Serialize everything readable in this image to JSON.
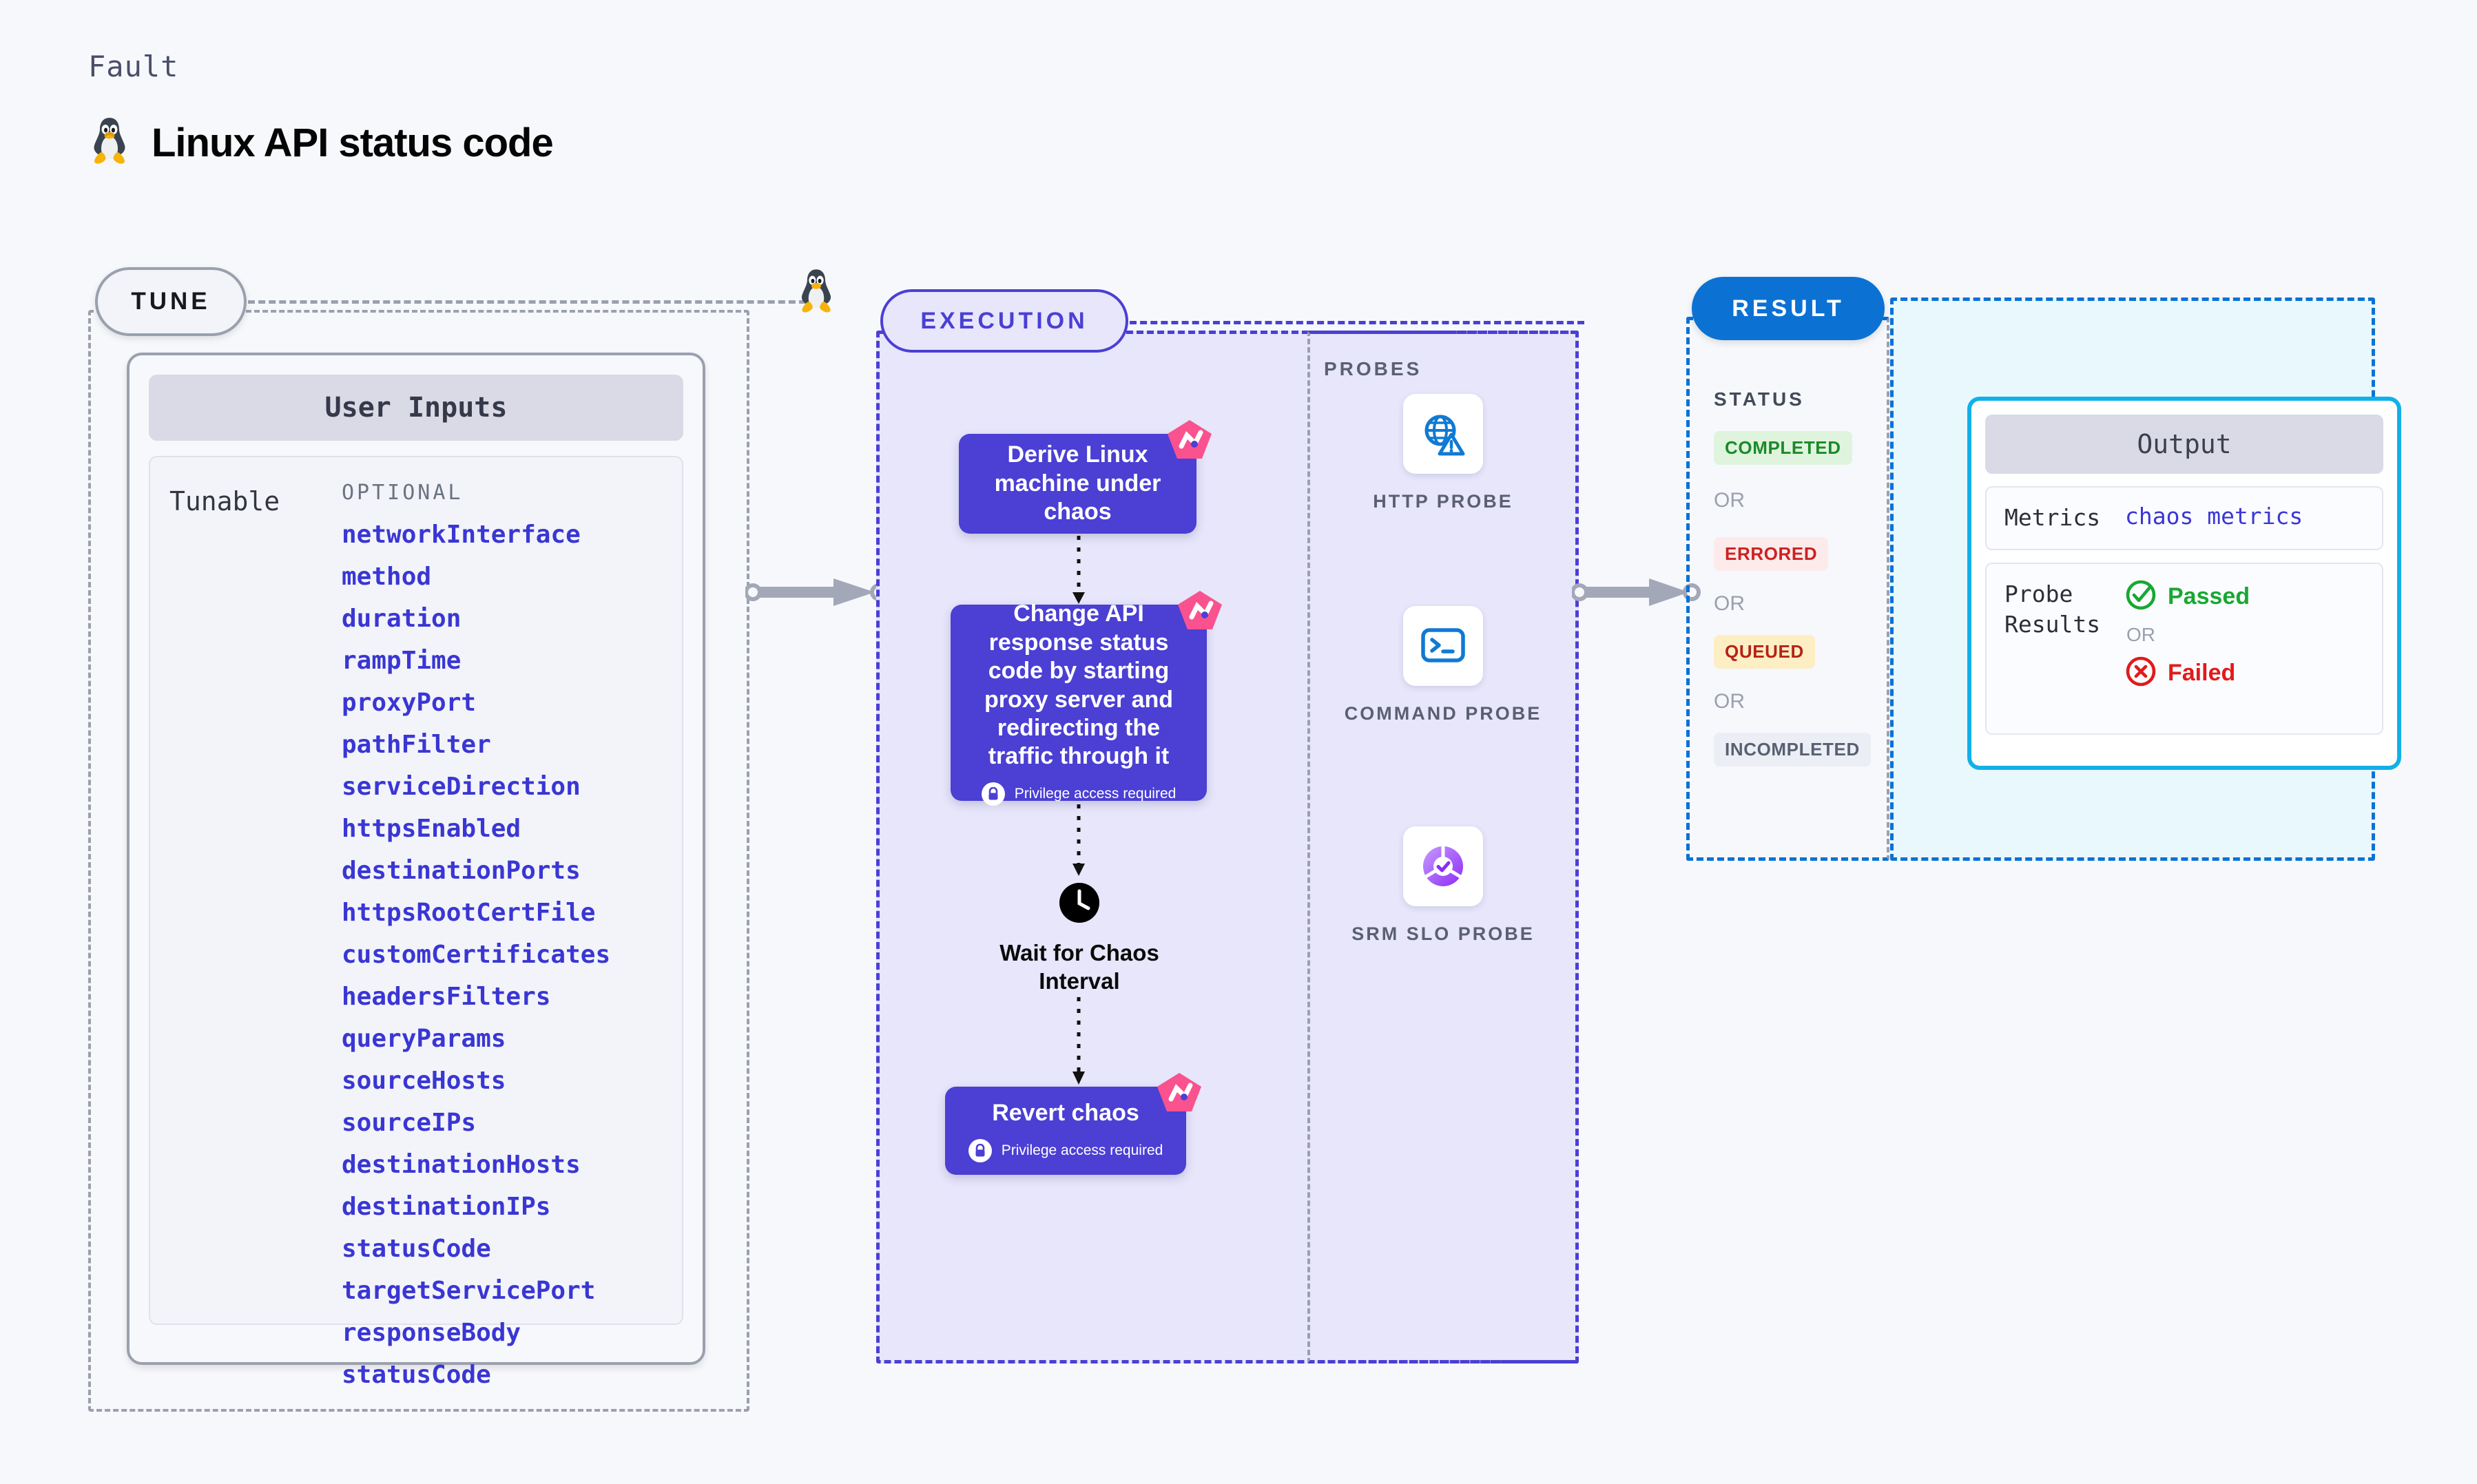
{
  "header": {
    "kicker": "Fault",
    "title": "Linux API status code",
    "os_icon": "linux-tux-icon"
  },
  "tune": {
    "pill_label": "TUNE",
    "os_icon": "linux-tux-icon",
    "user_inputs": {
      "header": "User Inputs",
      "row_label": "Tunable",
      "group_label": "OPTIONAL",
      "items": [
        "networkInterface",
        "method",
        "duration",
        "rampTime",
        "proxyPort",
        "pathFilter",
        "serviceDirection",
        "httpsEnabled",
        "destinationPorts",
        "httpsRootCertFile",
        "customCertificates",
        "headersFilters",
        "queryParams",
        "sourceHosts",
        "sourceIPs",
        "destinationHosts",
        "destinationIPs",
        "statusCode",
        "targetServicePort",
        "responseBody",
        "statusCode"
      ]
    }
  },
  "execution": {
    "pill_label": "EXECUTION",
    "nodes": [
      {
        "title": "Derive Linux machine under chaos",
        "privilege": null,
        "badge_icon": "chaos-icon"
      },
      {
        "title": "Change API response status code by starting proxy server and redirecting the traffic through it",
        "privilege": "Privilege access required",
        "badge_icon": "chaos-icon"
      }
    ],
    "wait": {
      "icon": "clock-icon",
      "label": "Wait for Chaos Interval"
    },
    "revert": {
      "title": "Revert chaos",
      "privilege": "Privilege access required",
      "badge_icon": "chaos-icon"
    }
  },
  "probes": {
    "title": "PROBES",
    "items": [
      {
        "label": "HTTP PROBE",
        "icon": "globe-warning-icon"
      },
      {
        "label": "COMMAND PROBE",
        "icon": "terminal-icon"
      },
      {
        "label": "SRM SLO PROBE",
        "icon": "slo-gauge-icon"
      }
    ]
  },
  "result": {
    "pill_label": "RESULT",
    "status_title": "STATUS",
    "or_label": "OR",
    "statuses": [
      {
        "label": "COMPLETED",
        "color": "#1b8a29",
        "bg": "#dff4dd"
      },
      {
        "label": "ERRORED",
        "color": "#cc2121",
        "bg": "#fdeaea"
      },
      {
        "label": "QUEUED",
        "color": "#b42318",
        "bg": "#fdeec4"
      },
      {
        "label": "INCOMPLETED",
        "color": "#586072",
        "bg": "#eceef5"
      }
    ]
  },
  "output": {
    "header": "Output",
    "metrics_key": "Metrics",
    "metrics_value": "chaos metrics",
    "probe_results_key": "Probe Results",
    "or_label": "OR",
    "passed_label": "Passed",
    "passed_color": "#18a832",
    "failed_label": "Failed",
    "failed_color": "#e01b1b"
  }
}
